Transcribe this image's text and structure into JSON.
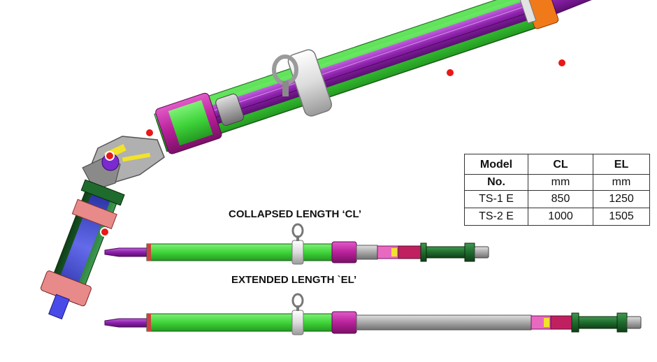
{
  "table": {
    "headers": [
      {
        "line1": "Model",
        "line2": "No."
      },
      {
        "line1": "CL",
        "line2": "mm"
      },
      {
        "line1": "EL",
        "line2": "mm"
      }
    ],
    "rows": [
      {
        "model": "TS-1 E",
        "cl": "850",
        "el": "1250"
      },
      {
        "model": "TS-2 E",
        "cl": "1000",
        "el": "1505"
      }
    ]
  },
  "captions": {
    "collapsed": "COLLAPSED LENGTH ‘CL’",
    "extended": "EXTENDED LENGTH `EL’"
  },
  "colors": {
    "green": "#3fd43a",
    "dark_green": "#1f6b2e",
    "purple": "#8a1fa8",
    "magenta": "#b8219a",
    "gray": "#a8a8a8",
    "silver": "#e2e2e2",
    "orange": "#f07a1a",
    "red_marker": "#e81818",
    "blue": "#4a4ae8",
    "pink": "#e88a8a"
  }
}
